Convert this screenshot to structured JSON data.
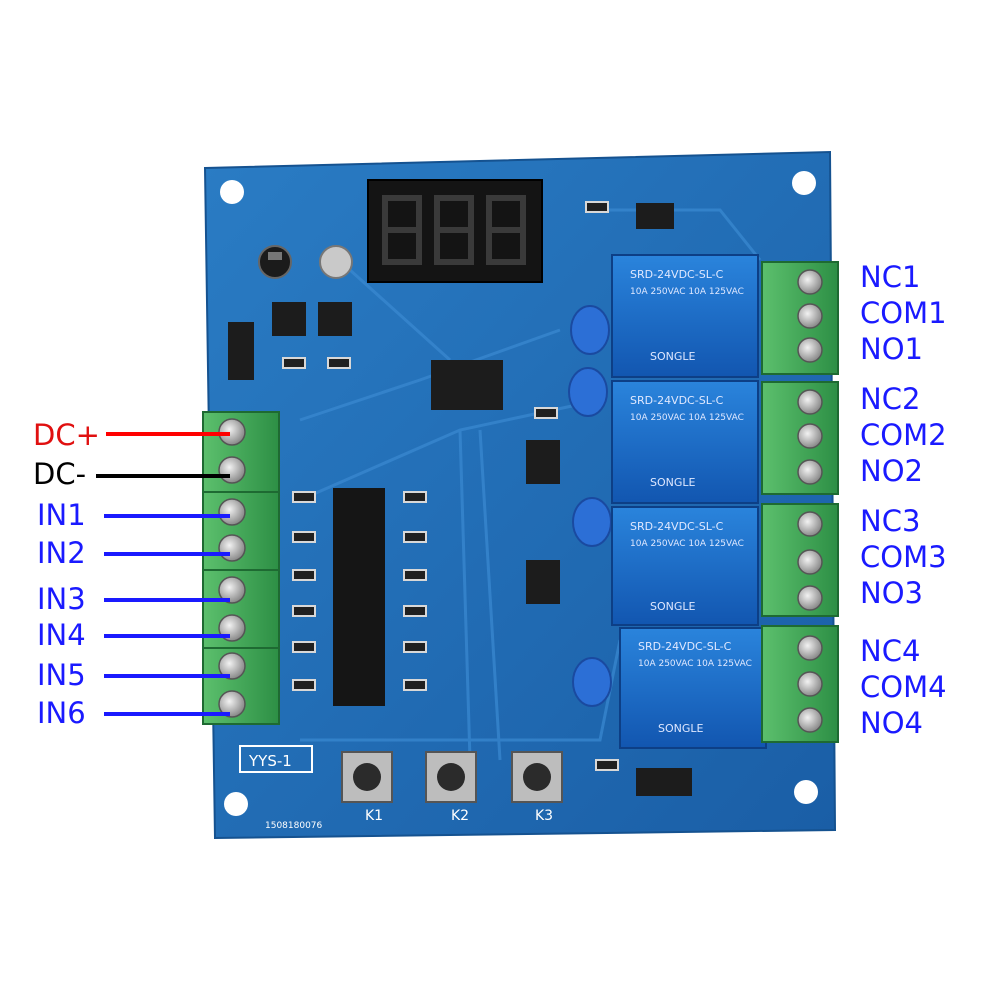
{
  "colors": {
    "pcb": "#1f6fb8",
    "terminal": "#3fae5a",
    "relay": "#1565c8",
    "label_blue": "#1a1aff",
    "label_red": "#e01010",
    "wire_red": "#ff0000",
    "wire_black": "#000000",
    "wire_blue": "#1a1aff"
  },
  "display": {
    "digits": "8.8.8."
  },
  "board": {
    "model": "YYS-1",
    "serial": "1508180076"
  },
  "buttons": [
    {
      "label": "K1"
    },
    {
      "label": "K2"
    },
    {
      "label": "K3"
    }
  ],
  "relays": [
    {
      "text": "SRD-24VDC-SL-C",
      "rating": "10A 250VAC 10A 125VAC",
      "brand": "SONGLE"
    },
    {
      "text": "SRD-24VDC-SL-C",
      "rating": "10A 250VAC 10A 125VAC",
      "brand": "SONGLE"
    },
    {
      "text": "SRD-24VDC-SL-C",
      "rating": "10A 250VAC 10A 125VAC",
      "brand": "SONGLE"
    },
    {
      "text": "SRD-24VDC-SL-C",
      "rating": "10A 250VAC 10A 125VAC",
      "brand": "SONGLE"
    }
  ],
  "left_labels": {
    "dc_plus": "DC+",
    "dc_minus": "DC-",
    "in1": "IN1",
    "in2": "IN2",
    "in3": "IN3",
    "in4": "IN4",
    "in5": "IN5",
    "in6": "IN6"
  },
  "right_labels": {
    "nc1": "NC1",
    "com1": "COM1",
    "no1": "NO1",
    "nc2": "NC2",
    "com2": "COM2",
    "no2": "NO2",
    "nc3": "NC3",
    "com3": "COM3",
    "no3": "NO3",
    "nc4": "NC4",
    "com4": "COM4",
    "no4": "NO4"
  }
}
